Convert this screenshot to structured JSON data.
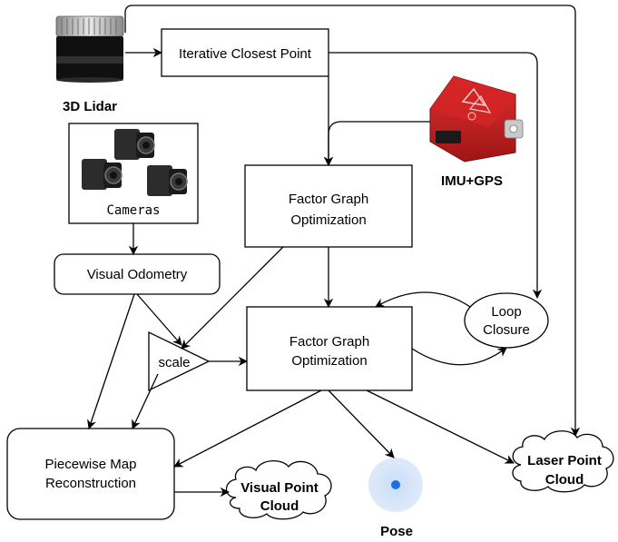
{
  "nodes": {
    "lidar": "3D Lidar",
    "icp": "Iterative Closest Point",
    "imu_gps": "IMU+GPS",
    "cameras": "Cameras",
    "visual_odometry": "Visual Odometry",
    "fgo_top": [
      "Factor Graph",
      "Optimization"
    ],
    "fgo_main": [
      "Factor Graph",
      "Optimization"
    ],
    "loop_closure": [
      "Loop",
      "Closure"
    ],
    "scale": "scale",
    "piecewise": [
      "Piecewise Map",
      "Reconstruction"
    ],
    "visual_cloud": [
      "Visual Point",
      "Cloud"
    ],
    "laser_cloud": [
      "Laser Point",
      "Cloud"
    ],
    "pose": "Pose"
  }
}
